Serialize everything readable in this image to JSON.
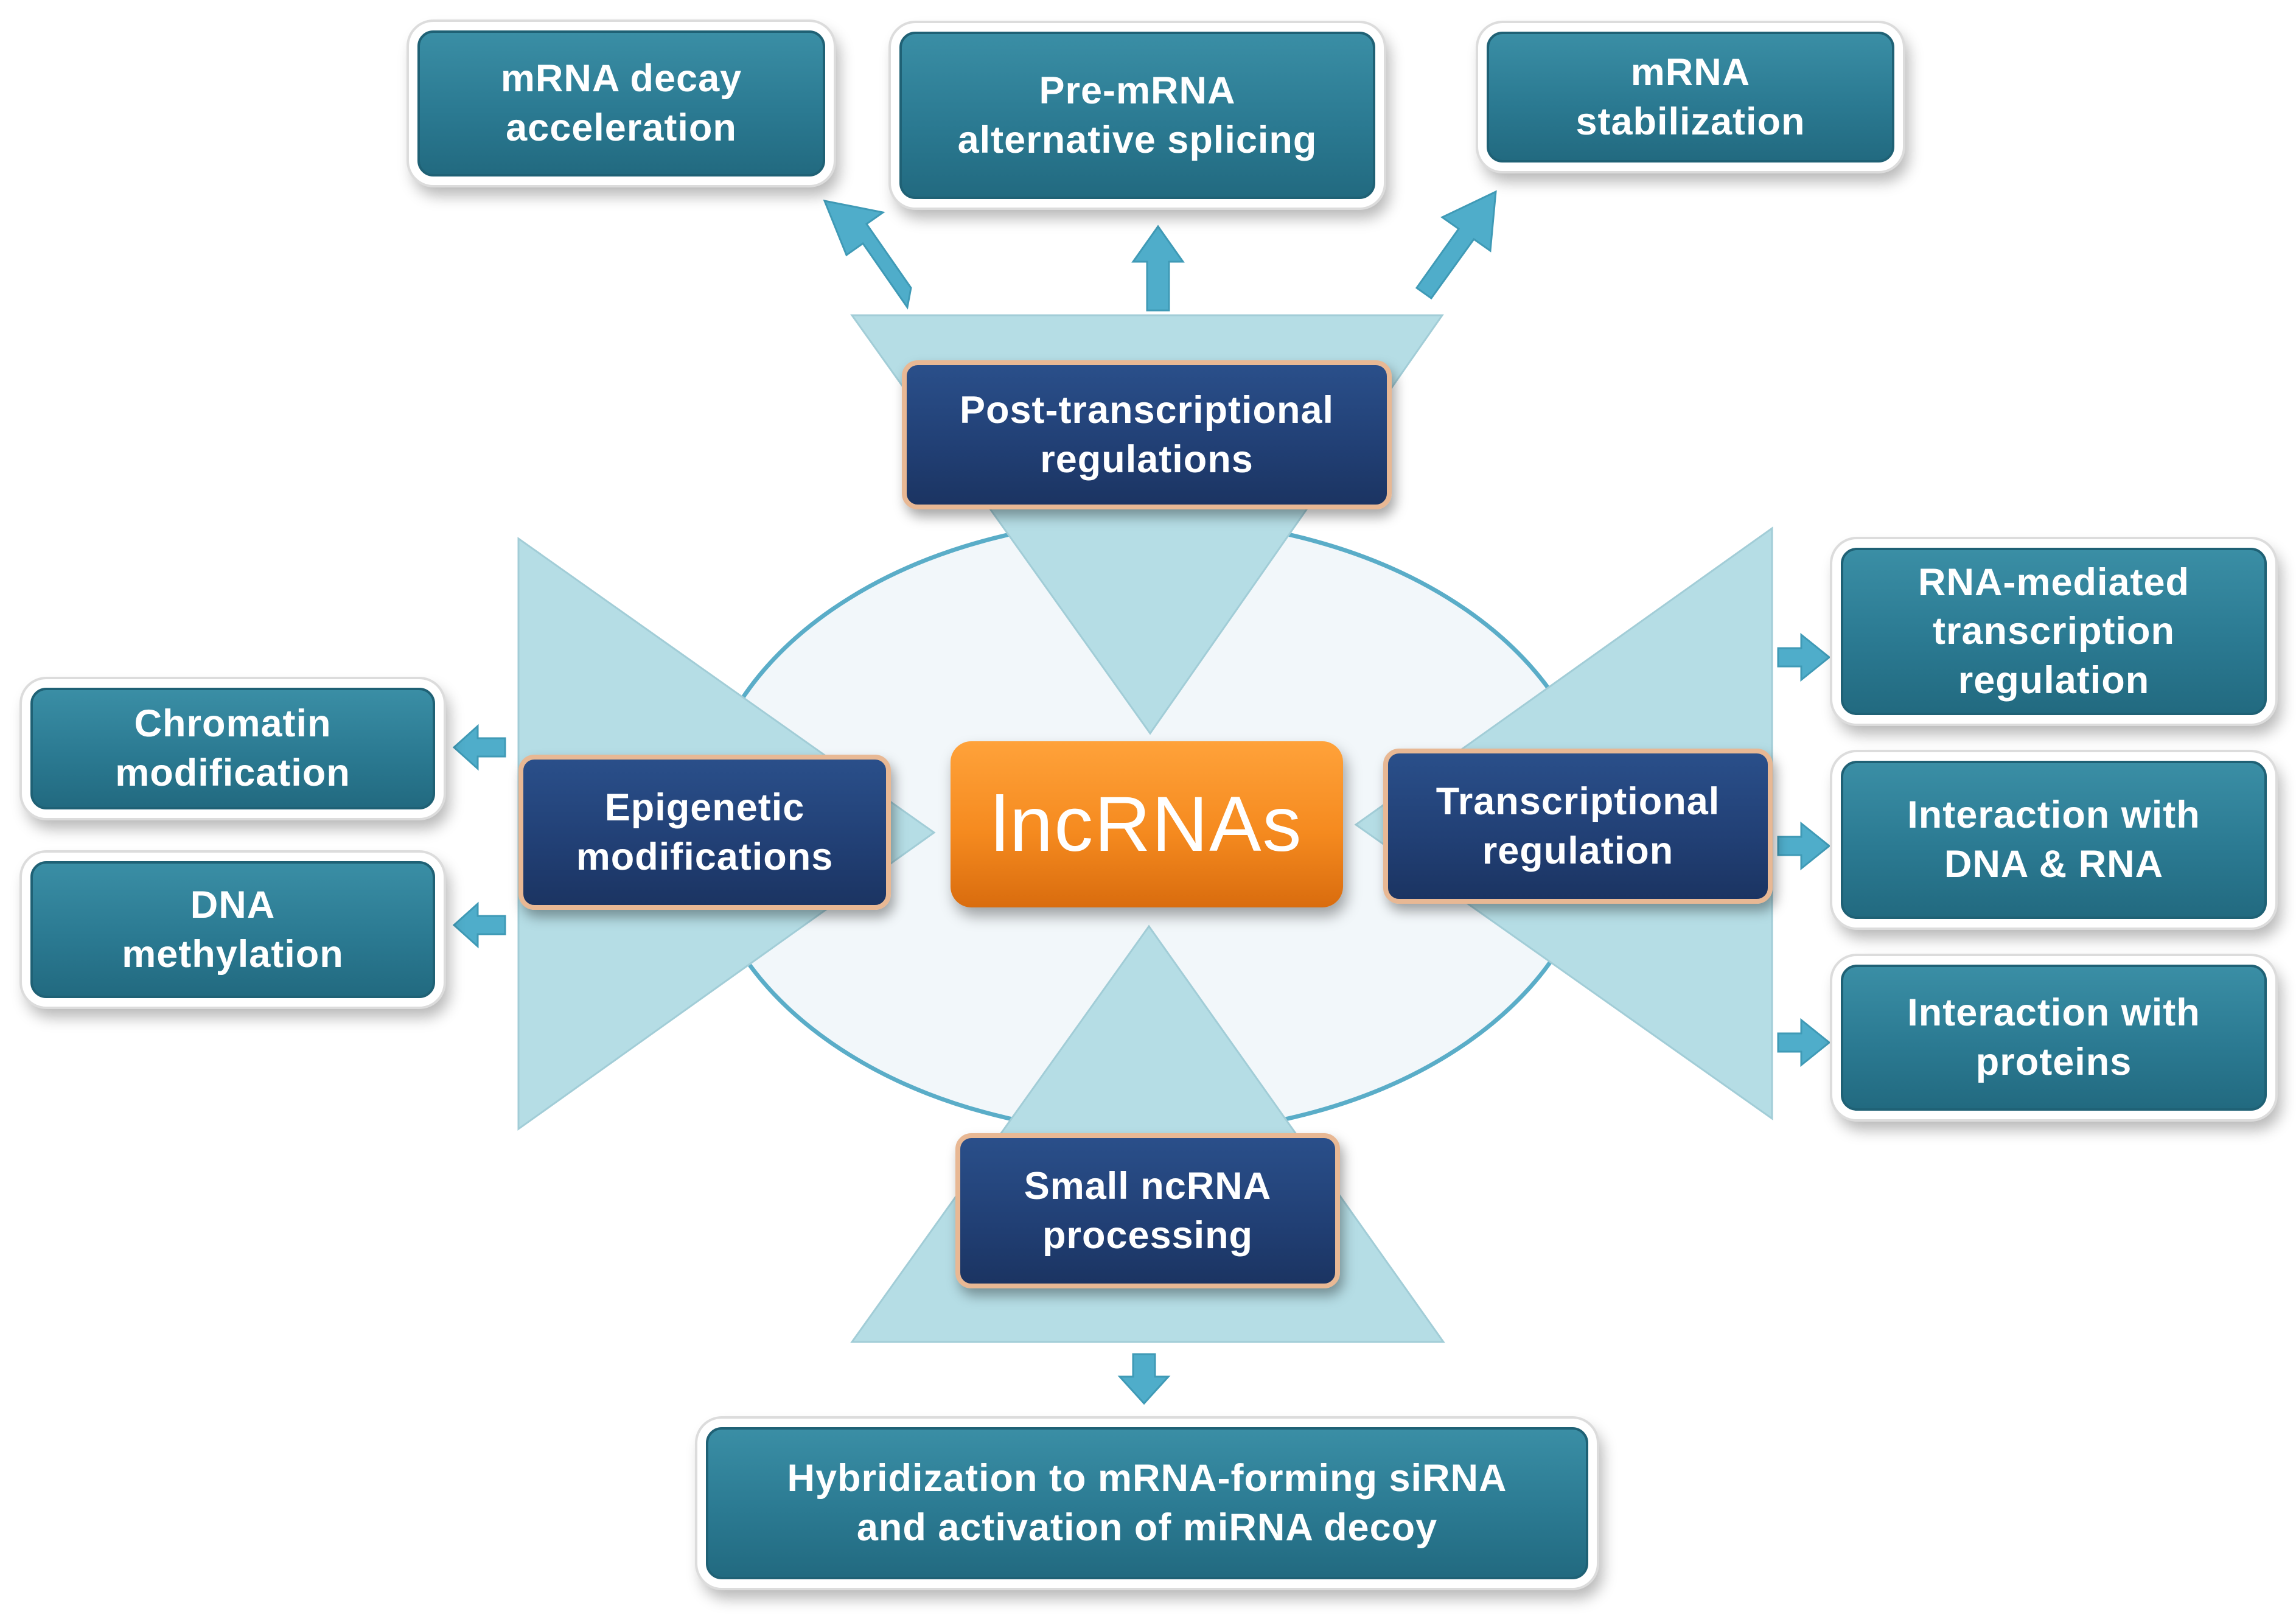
{
  "colors": {
    "teal_box": "#2b7a92",
    "navy_box": "#213f74",
    "navy_border": "#e8b894",
    "center_box": "#f58a1f",
    "triangle": "#b5dde5",
    "arrow": "#4fadca",
    "ellipse_fill": "#f2f7fa",
    "ellipse_stroke": "#5aadc8"
  },
  "center": {
    "label": "lncRNAs"
  },
  "categories": {
    "post_transcriptional": {
      "line1": "Post-transcriptional",
      "line2": "regulations"
    },
    "epigenetic": {
      "line1": "Epigenetic",
      "line2": "modifications"
    },
    "transcriptional": {
      "line1": "Transcriptional",
      "line2": "regulation"
    },
    "small_ncrna": {
      "line1": "Small ncRNA",
      "line2": "processing"
    }
  },
  "outcomes": {
    "mrna_decay": {
      "line1": "mRNA decay",
      "line2": "acceleration"
    },
    "pre_mrna": {
      "line1": "Pre-mRNA",
      "line2": "alternative splicing"
    },
    "mrna_stabilization": {
      "line1": "mRNA",
      "line2": "stabilization"
    },
    "chromatin": {
      "line1": "Chromatin",
      "line2": "modification"
    },
    "dna_methylation": {
      "line1": "DNA",
      "line2": "methylation"
    },
    "rna_mediated": {
      "line1": "RNA-mediated",
      "line2": "transcription",
      "line3": "regulation"
    },
    "interaction_dna_rna": {
      "line1": "Interaction with",
      "line2": "DNA & RNA"
    },
    "interaction_proteins": {
      "line1": "Interaction with",
      "line2": "proteins"
    },
    "hybridization": {
      "line1": "Hybridization to mRNA-forming siRNA",
      "line2": "and activation of miRNA decoy"
    }
  }
}
